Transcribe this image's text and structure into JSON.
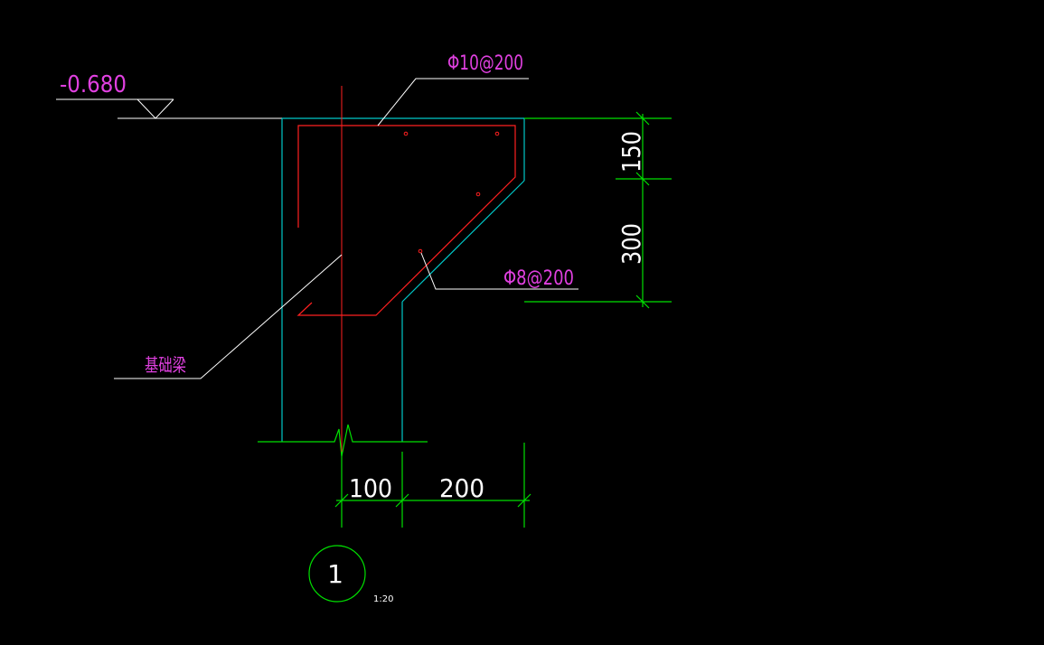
{
  "drawing": {
    "elevation_label": "-0.680",
    "top_rebar_label": "Φ10@200",
    "slope_rebar_label": "Φ8@200",
    "beam_label": "基础梁",
    "dim_vertical_top": "150",
    "dim_vertical_bottom": "300",
    "dim_horizontal_left": "100",
    "dim_horizontal_right": "200",
    "detail_number": "1",
    "detail_scale": "1:20"
  },
  "colors": {
    "background": "#000000",
    "outline": "#00c8c8",
    "rebar": "#ff2020",
    "dimension": "#00e000",
    "annotation_text": "#e040e0",
    "leader": "#ffffff"
  }
}
